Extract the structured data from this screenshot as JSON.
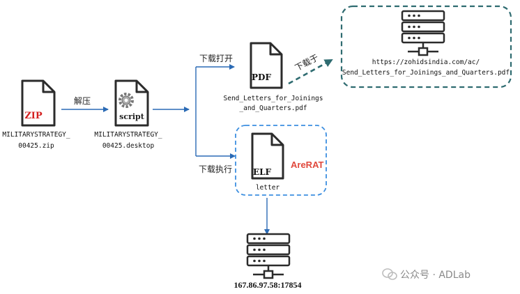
{
  "files": {
    "zip": {
      "tag": "ZIP",
      "caption_line1": "MILITARYSTRATEGY_",
      "caption_line2": "00425.zip"
    },
    "desktop": {
      "tag": "script",
      "caption_line1": "MILITARYSTRATEGY_",
      "caption_line2": "00425.desktop"
    },
    "pdf": {
      "tag": "PDF",
      "caption_line1": "Send_Letters_for_Joinings",
      "caption_line2": "_and_Quarters.pdf"
    },
    "elf": {
      "tag": "ELF",
      "caption": "letter"
    }
  },
  "edges": {
    "unzip": "解压",
    "download_open": "下载打开",
    "download_execute": "下载执行",
    "downloaded_from": "下载于"
  },
  "malware_name": "AreRAT",
  "download_server": {
    "url_line1": "https://zohidsindia.com/ac/",
    "url_line2": "Send_Letters_for_Joinings_and_Quarters.pdf"
  },
  "c2_server": {
    "address": "167.86.97.58:17854"
  },
  "watermark": "公众号 · ADLab",
  "colors": {
    "arrow_blue": "#2a6ab5",
    "teal_dashed": "#2e6b70",
    "blue_dashed": "#3d8fe0",
    "zip_red": "#d42020",
    "arerat_red": "#e0483c"
  }
}
